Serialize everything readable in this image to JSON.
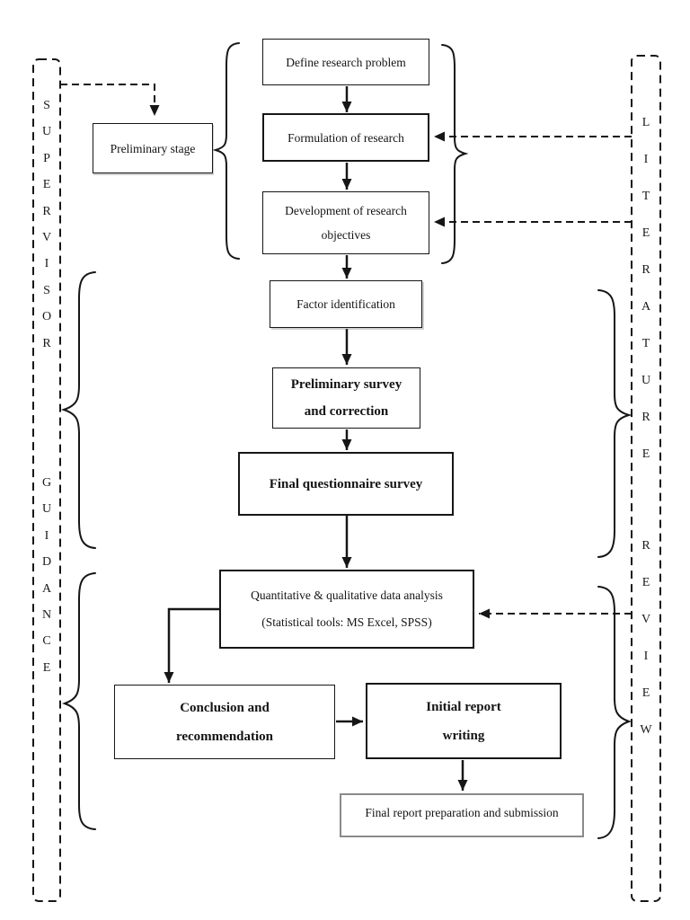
{
  "sidebars": {
    "left": {
      "words": [
        "SUPERVISOR",
        "GUIDANCE"
      ]
    },
    "right": {
      "words": [
        "LITERATURE",
        "REVIEW"
      ]
    }
  },
  "boxes": {
    "define_research_problem": {
      "label": "Define research problem"
    },
    "formulation_of_research": {
      "label": "Formulation of research"
    },
    "development_of_research_objectives": {
      "line1": "Development of research",
      "line2": "objectives"
    },
    "preliminary_stage": {
      "label": "Preliminary stage"
    },
    "factor_identification": {
      "label": "Factor identification"
    },
    "preliminary_survey": {
      "line1": "Preliminary survey",
      "line2": "and correction"
    },
    "final_questionnaire_survey": {
      "label": "Final questionnaire survey"
    },
    "data_analysis": {
      "line1": "Quantitative & qualitative data analysis",
      "line2": "(Statistical tools: MS Excel, SPSS)"
    },
    "conclusion": {
      "line1": "Conclusion and",
      "line2": "recommendation"
    },
    "initial_report": {
      "line1": "Initial report",
      "line2": "writing"
    },
    "final_report": {
      "label": "Final report preparation and submission"
    }
  },
  "colors": {
    "ink": "#161616",
    "final_report_border": "#8a8a8a",
    "background": "#ffffff"
  }
}
